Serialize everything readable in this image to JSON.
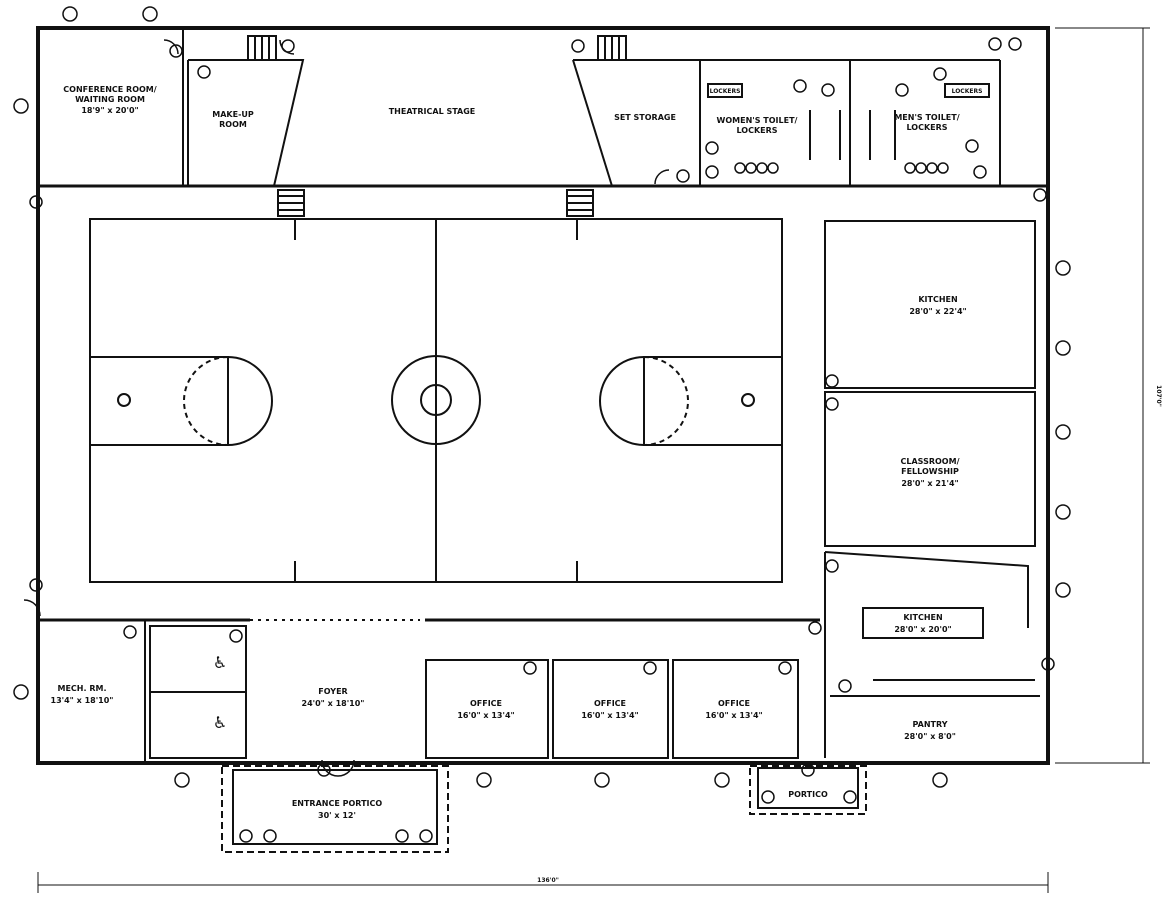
{
  "diagram": {
    "rooms": {
      "conference": {
        "name1": "CONFERENCE ROOM/",
        "name2": "WAITING ROOM",
        "size": "18'9\" x 20'0\""
      },
      "makeup": {
        "name1": "MAKE-UP",
        "name2": "ROOM"
      },
      "stage": {
        "name": "THEATRICAL STAGE"
      },
      "set_storage": {
        "name": "SET STORAGE"
      },
      "womens": {
        "name1": "WOMEN'S TOILET/",
        "name2": "LOCKERS",
        "lockers": "LOCKERS"
      },
      "mens": {
        "name1": "MEN'S TOILET/",
        "name2": "LOCKERS",
        "lockers": "LOCKERS"
      },
      "kitchen_upper": {
        "name": "KITCHEN",
        "size": "28'0\" x 22'4\""
      },
      "classroom": {
        "name1": "CLASSROOM/",
        "name2": "FELLOWSHIP",
        "size": "28'0\" x 21'4\""
      },
      "kitchen_lower": {
        "name": "KITCHEN",
        "size": "28'0\" x 20'0\""
      },
      "pantry": {
        "name": "PANTRY",
        "size": "28'0\" x 8'0\""
      },
      "mech": {
        "name": "MECH. RM.",
        "size": "13'4\" x 18'10\""
      },
      "foyer": {
        "name": "FOYER",
        "size": "24'0\" x 18'10\""
      },
      "office1": {
        "name": "OFFICE",
        "size": "16'0\" x 13'4\""
      },
      "office2": {
        "name": "OFFICE",
        "size": "16'0\" x 13'4\""
      },
      "office3": {
        "name": "OFFICE",
        "size": "16'0\" x 13'4\""
      },
      "entrance_portico": {
        "name": "ENTRANCE PORTICO",
        "size": "30' x 12'"
      },
      "portico": {
        "name": "PORTICO"
      }
    },
    "dimensions": {
      "width": "136'0\"",
      "depth": "107'0\""
    }
  }
}
